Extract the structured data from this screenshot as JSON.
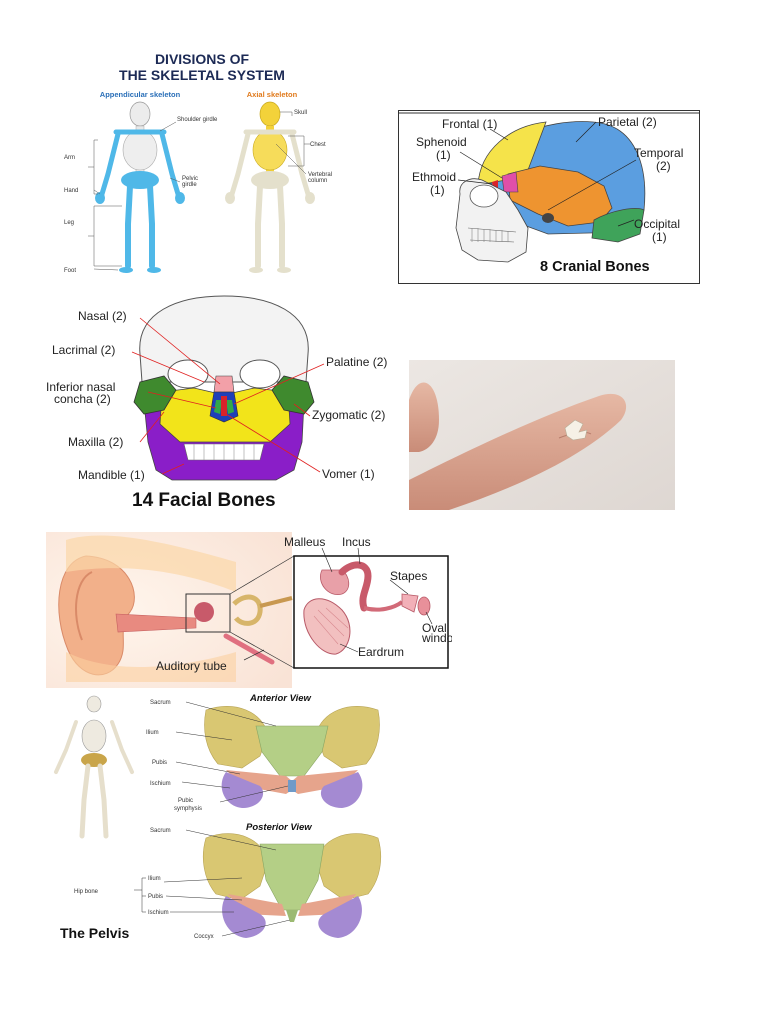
{
  "divisions": {
    "title_line1": "DIVISIONS OF",
    "title_line2": "THE SKELETAL SYSTEM",
    "appendicular_heading": "Appendicular skeleton",
    "axial_heading": "Axial skeleton",
    "labels": {
      "shoulder_girdle": "Shoulder girdle",
      "arm": "Arm",
      "pelvic_girdle_1": "Pelvic",
      "pelvic_girdle_2": "girdle",
      "hand": "Hand",
      "leg": "Leg",
      "foot": "Foot",
      "skull": "Skull",
      "chest": "Chest",
      "vertebral_1": "Vertebral",
      "vertebral_2": "column"
    },
    "colors": {
      "appendicular": "#4fb8e8",
      "axial": "#f3d23a",
      "title": "#1c2a55"
    }
  },
  "cranial": {
    "title": "8 Cranial Bones",
    "labels": {
      "frontal": "Frontal (1)",
      "parietal": "Parietal (2)",
      "sphenoid_1": "Sphenoid",
      "sphenoid_2": "(1)",
      "temporal_1": "Temporal",
      "temporal_2": "(2)",
      "ethmoid_1": "Ethmoid",
      "ethmoid_2": "(1)",
      "occipital_1": "Occipital",
      "occipital_2": "(1)"
    },
    "colors": {
      "frontal": "#f5e34a",
      "parietal": "#5b9ee0",
      "temporal": "#ee9430",
      "occipital": "#3fa35a",
      "sphenoid": "#e04fa8",
      "ethmoid": "#d8232a"
    }
  },
  "facial": {
    "title": "14 Facial Bones",
    "labels": {
      "nasal": "Nasal (2)",
      "lacrimal": "Lacrimal (2)",
      "inferior_1": "Inferior nasal",
      "inferior_2": "concha (2)",
      "maxilla": "Maxilla (2)",
      "mandible": "Mandible (1)",
      "palatine": "Palatine (2)",
      "zygomatic": "Zygomatic (2)",
      "vomer": "Vomer (1)"
    },
    "colors": {
      "mandible": "#8a1ec8",
      "maxilla": "#f2e41a",
      "zygomatic": "#3f8a2e"
    }
  },
  "ear": {
    "labels": {
      "malleus": "Malleus",
      "incus": "Incus",
      "stapes": "Stapes",
      "oval_1": "Oval",
      "oval_2": "window",
      "eardrum": "Eardrum",
      "auditory_tube": "Auditory tube"
    }
  },
  "pelvis": {
    "anterior_title": "Anterior View",
    "posterior_title": "Posterior View",
    "title": "The Pelvis",
    "anterior_labels": {
      "sacrum": "Sacrum",
      "ilium": "Ilium",
      "pubis": "Pubis",
      "ischium": "Ischium",
      "symphysis_1": "Pubic",
      "symphysis_2": "symphysis"
    },
    "posterior_labels": {
      "sacrum": "Sacrum",
      "hip_bone": "Hip bone",
      "ilium": "Ilium",
      "pubis": "Pubis",
      "ischium": "Ischium",
      "coccyx": "Coccyx"
    },
    "colors": {
      "ilium": "#d9c772",
      "sacrum": "#b4cf86",
      "pubis": "#e6a48c",
      "ischium": "#a48ad2"
    }
  }
}
